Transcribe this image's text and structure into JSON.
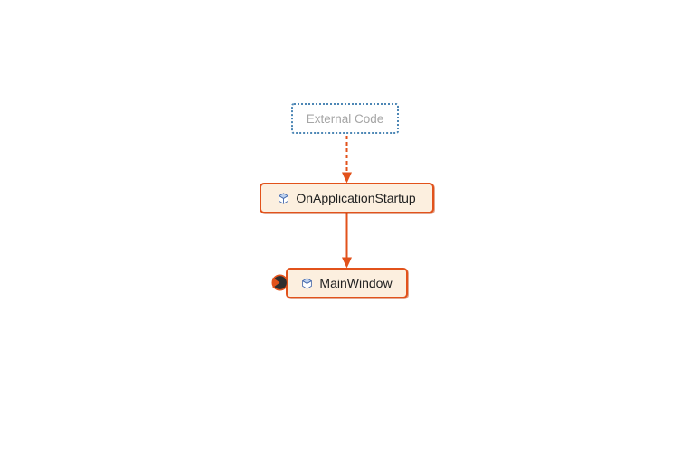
{
  "diagram": {
    "nodes": [
      {
        "id": "external-code",
        "label": "External Code",
        "style": "dotted-group"
      },
      {
        "id": "onapplicationstartup",
        "label": "OnApplicationStartup",
        "icon": "cube-icon"
      },
      {
        "id": "mainwindow",
        "label": "MainWindow",
        "icon": "cube-icon",
        "badge": "expand-incoming-links"
      }
    ],
    "edges": [
      {
        "from": "External Code",
        "to": "OnApplicationStartup",
        "line": "dashed",
        "direction": "down"
      },
      {
        "from": "OnApplicationStartup",
        "to": "MainWindow",
        "line": "solid",
        "direction": "down"
      }
    ]
  },
  "colors": {
    "canvas-bg": "#ffffff",
    "accent-orange": "#e2521b",
    "accent-orange-dark": "#bf3f10",
    "node-fill": "#fcefdf",
    "node-text": "#212121",
    "external-border": "#4d87b5",
    "external-text": "#a5a5a5",
    "badge-dark": "#2f2f2f",
    "icon-blue": "#3f63a8",
    "icon-blue-light": "#bcd0ee"
  }
}
